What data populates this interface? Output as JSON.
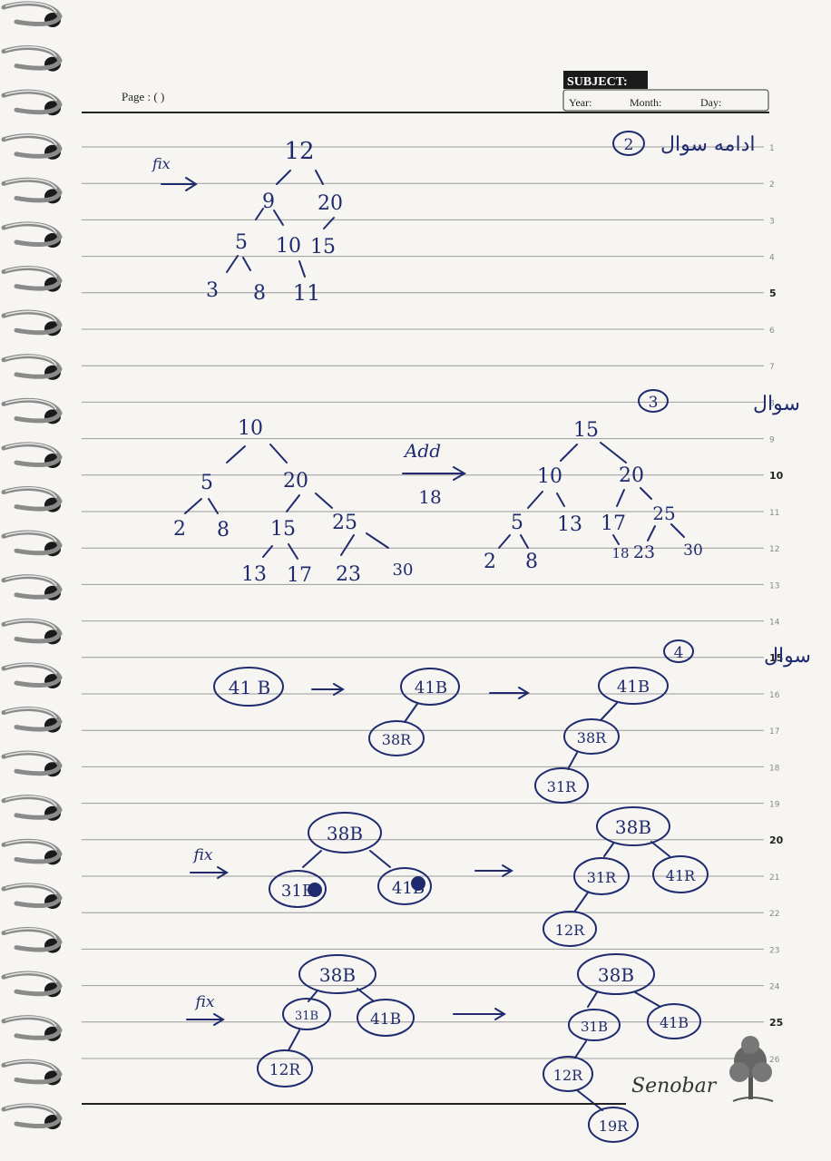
{
  "header": {
    "page_label": "Page : (      )",
    "subject_label": "SUBJECT:",
    "year_label": "Year:",
    "month_label": "Month:",
    "day_label": "Day:"
  },
  "line_numbers": [
    "1",
    "2",
    "3",
    "4",
    "5",
    "6",
    "7",
    "8",
    "9",
    "10",
    "11",
    "12",
    "13",
    "14",
    "15",
    "16",
    "17",
    "18",
    "19",
    "20",
    "21",
    "22",
    "23",
    "24",
    "25",
    "26"
  ],
  "q2": {
    "heading": "ادامه سوال",
    "number": "2",
    "fix_label": "fix",
    "nodes": [
      "12",
      "9",
      "20",
      "5",
      "10",
      "15",
      "3",
      "8",
      "11"
    ]
  },
  "q3": {
    "heading": "سوال",
    "number": "3",
    "left_nodes": [
      "10",
      "5",
      "20",
      "2",
      "8",
      "15",
      "25",
      "13",
      "17",
      "23",
      "30"
    ],
    "add_label": "Add",
    "add_value": "18",
    "right_nodes": [
      "15",
      "10",
      "20",
      "5",
      "13",
      "17",
      "25",
      "2",
      "8",
      "18",
      "23",
      "30"
    ]
  },
  "q4": {
    "heading": "سوال",
    "number": "4",
    "step1": [
      "41 B"
    ],
    "step2": [
      "41B",
      "38R"
    ],
    "step3": [
      "41B",
      "38R",
      "31R"
    ],
    "fix_label": "fix",
    "fix1_left": [
      "38B",
      "31B",
      "41B"
    ],
    "fix1_right": [
      "38B",
      "31R",
      "41R",
      "12R"
    ],
    "fix2_left": [
      "38B",
      "31B",
      "41B",
      "12R"
    ],
    "fix2_right": [
      "38B",
      "31B",
      "41B",
      "12R",
      "19R"
    ]
  },
  "brand": {
    "name": "Senobar"
  }
}
